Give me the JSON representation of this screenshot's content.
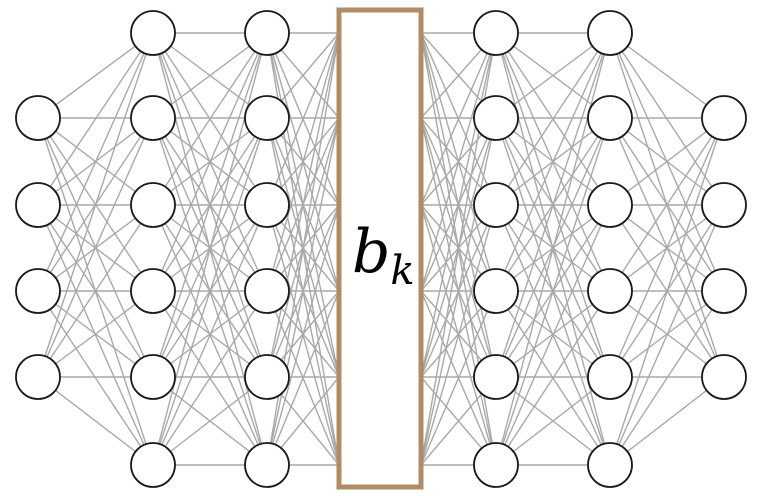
{
  "network": {
    "layers": [
      {
        "id": "input",
        "nodes": 4
      },
      {
        "id": "encoder1",
        "nodes": 6
      },
      {
        "id": "encoder2",
        "nodes": 6
      },
      {
        "id": "decoder1",
        "nodes": 6
      },
      {
        "id": "decoder2",
        "nodes": 6
      },
      {
        "id": "output",
        "nodes": 4
      }
    ],
    "bottleneck_after_layer": 2,
    "fully_connected": true
  },
  "bottleneck": {
    "label_main": "b",
    "label_subscript": "k"
  },
  "colors": {
    "edge": "#a9a9a9",
    "node_stroke": "#1a1a1a",
    "node_fill": "#ffffff",
    "bottleneck_stroke": "#b08c66",
    "background": "#ffffff"
  }
}
